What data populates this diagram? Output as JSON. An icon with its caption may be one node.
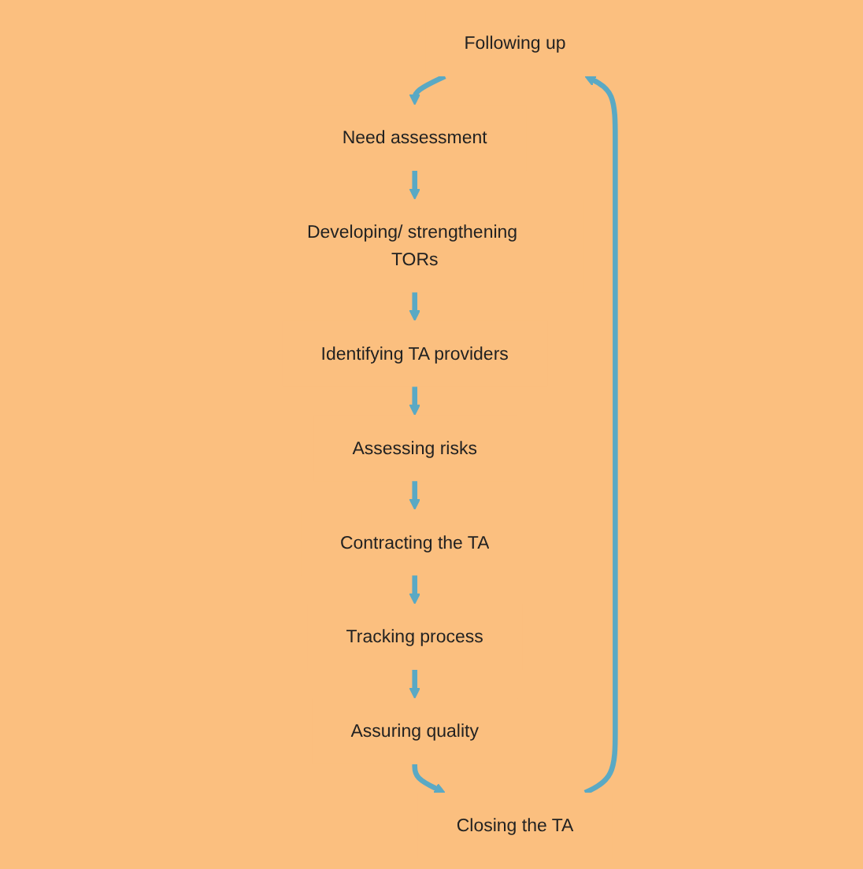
{
  "diagram": {
    "nodes": [
      {
        "text": [
          "Following up"
        ]
      },
      {
        "text": [
          "Need assessment"
        ]
      },
      {
        "text": [
          "Developing/ strengthening TORs"
        ]
      },
      {
        "text": [
          "Identifying TA providers"
        ]
      },
      {
        "text": [
          "Assessing risks"
        ]
      },
      {
        "text": [
          "Contracting the TA"
        ]
      },
      {
        "text": [
          "Tracking process"
        ]
      },
      {
        "text": [
          "Assuring quality"
        ]
      },
      {
        "text": [
          "Closing the TA"
        ]
      }
    ],
    "edges": [
      {
        "from": 0,
        "to": 1,
        "arrow": "to"
      },
      {
        "from": 1,
        "to": 2,
        "arrow": "to"
      },
      {
        "from": 2,
        "to": 3,
        "arrow": "to"
      },
      {
        "from": 3,
        "to": 4,
        "arrow": "to"
      },
      {
        "from": 4,
        "to": 5,
        "arrow": "to"
      },
      {
        "from": 5,
        "to": 6,
        "arrow": "to"
      },
      {
        "from": 6,
        "to": 7,
        "arrow": "to"
      },
      {
        "from": 7,
        "to": 8,
        "arrow": "to"
      },
      {
        "from": 8,
        "to": 0,
        "arrow": "to"
      }
    ]
  }
}
